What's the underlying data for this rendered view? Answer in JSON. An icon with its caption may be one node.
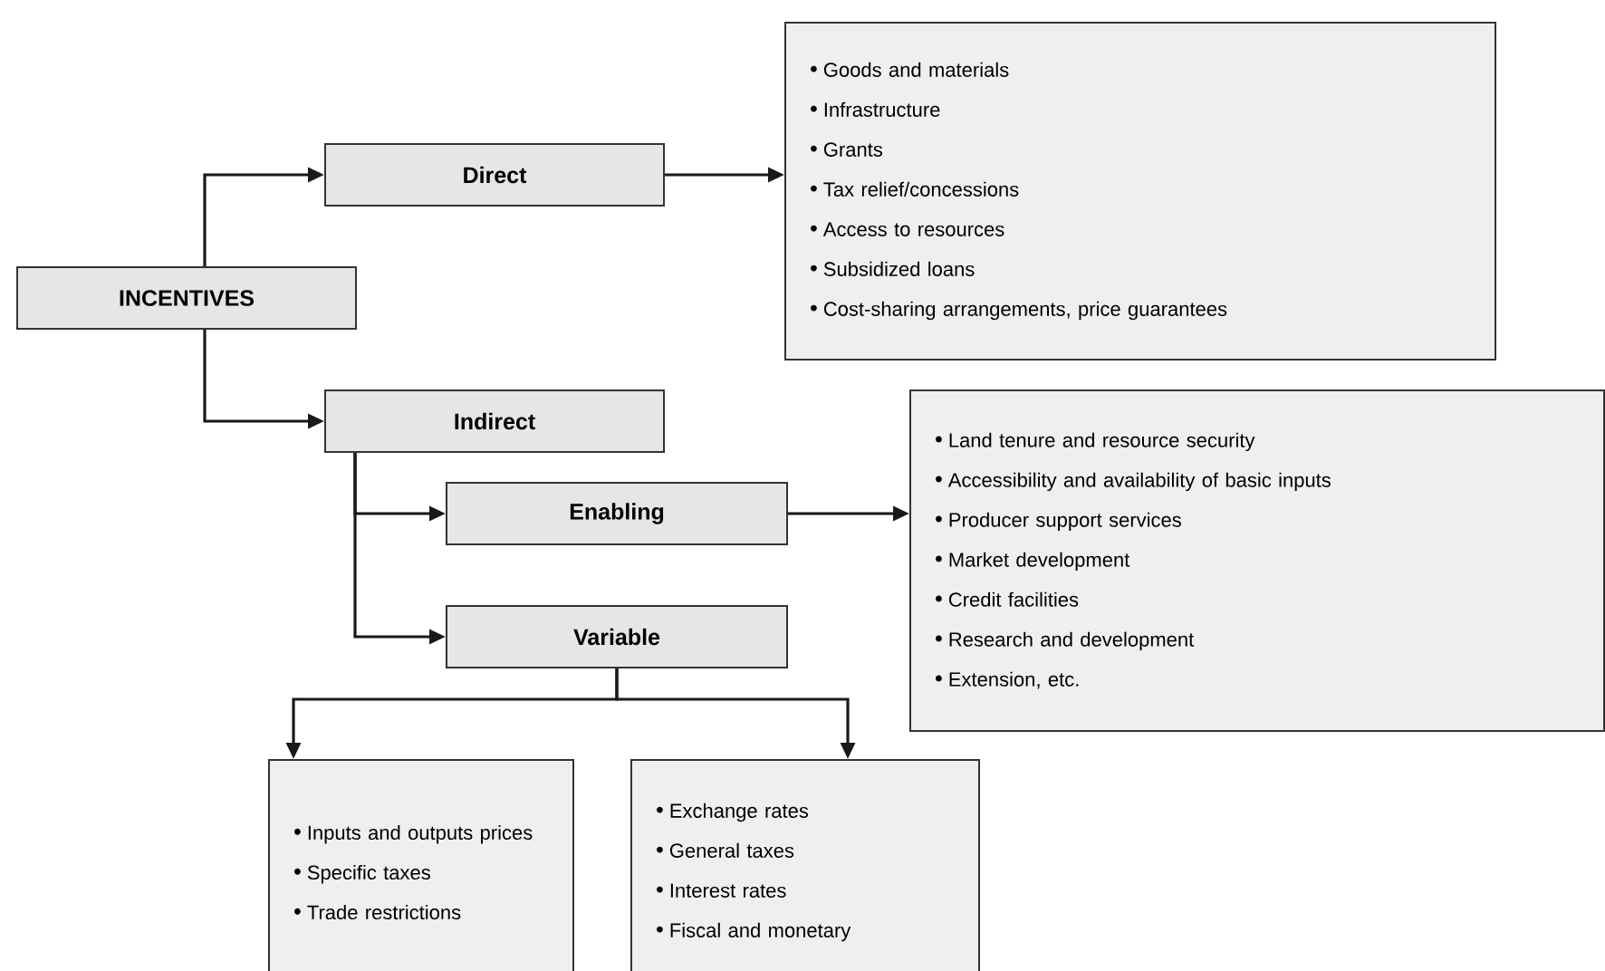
{
  "diagram": {
    "nodes": [
      {
        "text": [
          "INCENTIVES"
        ]
      },
      {
        "text": [
          "Direct"
        ]
      },
      {
        "text": [
          "Goods and materials",
          "Infrastructure",
          "Grants",
          "Tax relief/concessions",
          "Access to resources",
          "Subsidized loans",
          "Cost-sharing arrangements, price guarantees"
        ]
      },
      {
        "text": [
          "Indirect"
        ]
      },
      {
        "text": [
          "Enabling"
        ]
      },
      {
        "text": [
          "Land tenure and resource security",
          "Accessibility and availability of basic inputs",
          "Producer support services",
          "Market development",
          "Credit facilities",
          "Research and development",
          "Extension, etc."
        ]
      },
      {
        "text": [
          "Variable"
        ]
      },
      {
        "text": [
          "Inputs and outputs prices",
          "Specific taxes",
          "Trade restrictions"
        ]
      },
      {
        "text": [
          "Exchange rates",
          "General taxes",
          "Interest rates",
          "Fiscal and monetary"
        ]
      }
    ],
    "edges": [
      {
        "from": 0,
        "to": 1,
        "arrow": "to"
      },
      {
        "from": 0,
        "to": 3,
        "arrow": "to"
      },
      {
        "from": 1,
        "to": 2,
        "arrow": "to"
      },
      {
        "from": 3,
        "to": 4,
        "arrow": "to"
      },
      {
        "from": 3,
        "to": 6,
        "arrow": "to"
      },
      {
        "from": 4,
        "to": 5,
        "arrow": "to"
      },
      {
        "from": 6,
        "to": 7,
        "arrow": "to"
      },
      {
        "from": 6,
        "to": 8,
        "arrow": "to"
      }
    ]
  }
}
